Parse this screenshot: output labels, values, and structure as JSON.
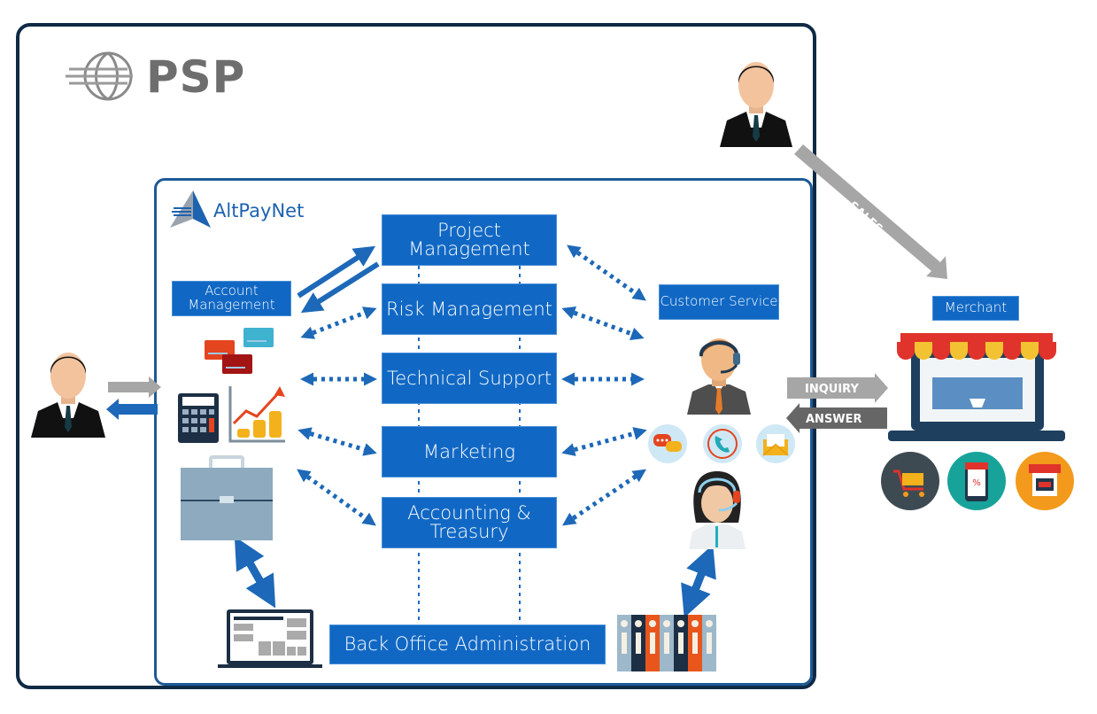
{
  "brand": {
    "psp_label": "PSP",
    "altpaynet_label": "AltPayNet"
  },
  "departments": [
    {
      "id": "project-management",
      "label": "Project Management"
    },
    {
      "id": "risk-management",
      "label": "Risk Management"
    },
    {
      "id": "technical-support",
      "label": "Technical Support"
    },
    {
      "id": "marketing",
      "label": "Marketing"
    },
    {
      "id": "accounting-treasury",
      "label": "Accounting & Treasury"
    },
    {
      "id": "back-office",
      "label": "Back Office Administration"
    }
  ],
  "side_labels": {
    "account_management": "Account Management",
    "customer_service": "Customer Service",
    "merchant": "Merchant"
  },
  "flows": {
    "sales": "SALES",
    "inquiry": "INQUIRY",
    "answer": "ANSWER"
  },
  "icons": {
    "psp_logo": "globe-icon",
    "altpaynet_logo": "triangle-logo-icon",
    "client_person": "businessman-icon",
    "sales_person": "businessman-icon",
    "credit_cards": "credit-cards-icon",
    "calculator": "calculator-icon",
    "growth_chart": "growth-chart-icon",
    "briefcase": "briefcase-icon",
    "laptop_dashboard": "laptop-dashboard-icon",
    "support_agent_male": "headset-agent-icon",
    "support_agent_female": "headset-agent-icon",
    "chat": "chat-bubbles-icon",
    "phone": "phone-icon",
    "email": "envelope-icon",
    "binders": "binders-icon",
    "online_store": "online-store-icon",
    "cart": "shopping-cart-icon",
    "discount": "mobile-discount-icon",
    "open_store": "open-store-icon"
  },
  "colors": {
    "primary_blue": "#1168c4",
    "frame_dark": "#0f2a45",
    "frame_blue": "#1d5a97",
    "arrow_gray": "#a6a6a6",
    "arrow_dark_gray": "#666666"
  }
}
